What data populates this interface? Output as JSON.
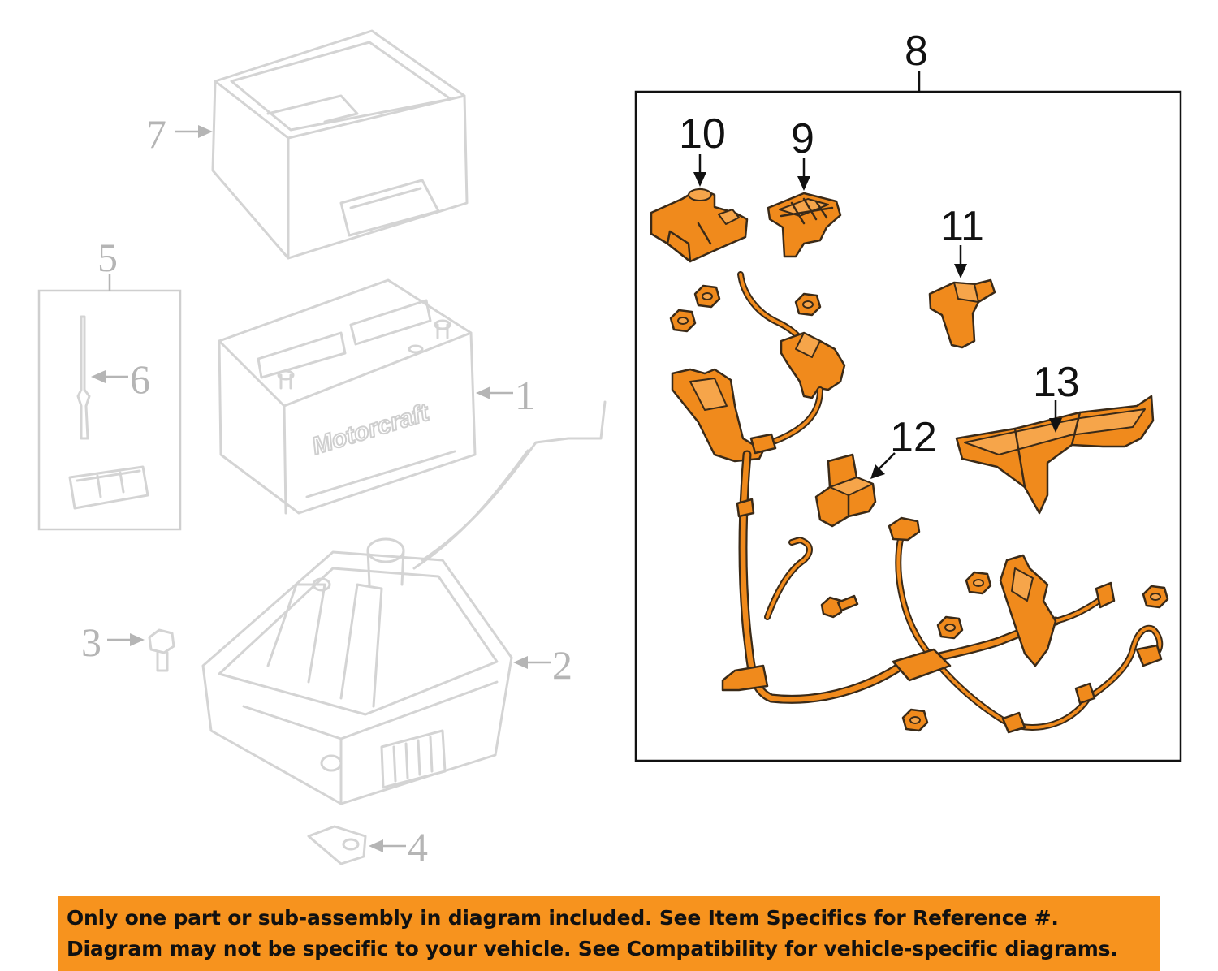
{
  "callouts": {
    "c1": "1",
    "c2": "2",
    "c3": "3",
    "c4": "4",
    "c5": "5",
    "c6": "6",
    "c7": "7",
    "c8": "8",
    "c9": "9",
    "c10": "10",
    "c11": "11",
    "c12": "12",
    "c13": "13"
  },
  "battery_brand": "Motorcraft",
  "disclaimer": {
    "line1": "Only one part or sub-assembly in diagram included. See Item Specifics for Reference #.",
    "line2": "Diagram may not be specific to your vehicle. See Compatibility for vehicle-specific diagrams."
  },
  "colors": {
    "highlight": "#f08a1c",
    "banner": "#f7931e",
    "ghost": "#d4d4d4"
  }
}
